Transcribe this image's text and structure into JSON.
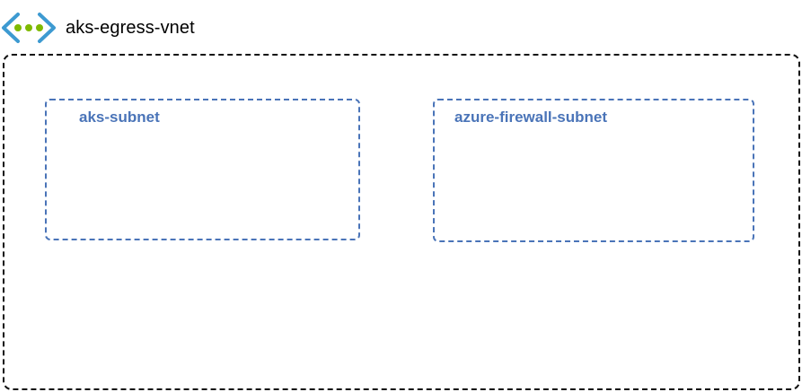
{
  "vnet": {
    "name": "aks-egress-vnet",
    "icon": "virtual-network-icon",
    "colors": {
      "icon_chevrons": "#3d9ad1",
      "icon_dots": "#7fba00",
      "boundary": "#111111"
    }
  },
  "subnets": [
    {
      "name": "aks-subnet",
      "color": "#4a74b8"
    },
    {
      "name": "azure-firewall-subnet",
      "color": "#4a74b8"
    }
  ]
}
